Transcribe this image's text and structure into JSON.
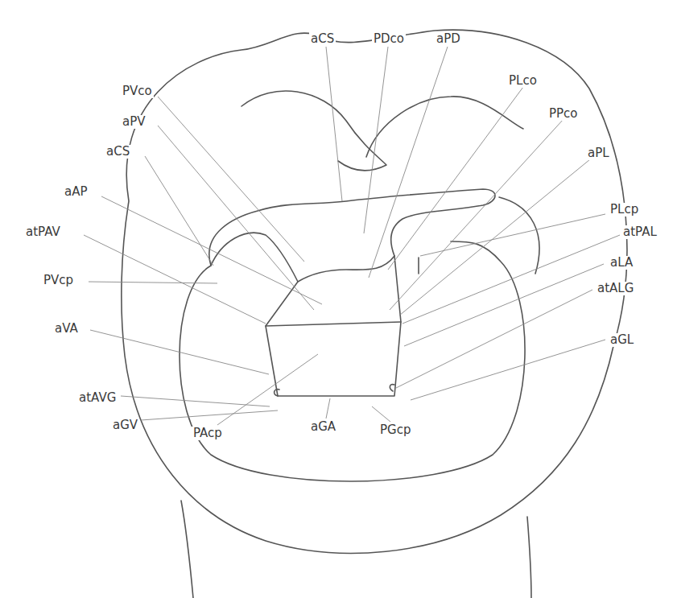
{
  "diagram": {
    "labels": [
      "aCS",
      "PDco",
      "aPD",
      "PVco",
      "PLco",
      "aPV",
      "PPco",
      "aCS",
      "aPL",
      "aAP",
      "PLcp",
      "atPAV",
      "atPAL",
      "aLA",
      "PVcp",
      "atALG",
      "aVA",
      "aGL",
      "atAVG",
      "aGV",
      "PAcp",
      "aGA",
      "PGcp"
    ]
  }
}
